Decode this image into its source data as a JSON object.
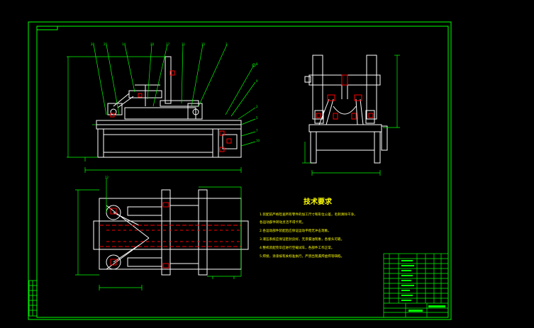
{
  "drawing": {
    "colors": {
      "background": "#000000",
      "border": "#00ff00",
      "part": "#ffffff",
      "dimension": "#00ff00",
      "accent": "#ff0000",
      "note_text": "#ffff00"
    },
    "front_view_balloons": [
      "20",
      "25",
      "14",
      "20",
      "17",
      "11",
      "15",
      "3"
    ],
    "side_view_balloons": [
      "9",
      "2",
      "5",
      "7",
      "10",
      "8"
    ],
    "plan_view_balloons": [
      "12"
    ],
    "notes": {
      "title": "技术要求",
      "lines": [
        "1.装配前严格检查所有零件的加工尺寸和形位公差，毛刺清除干净，",
        "   各运动部件转动灵活不得卡死。",
        "2.各运动部件装配后应保证运动平稳无冲击现象。",
        "3.液压系统应保证密封良好，无渗漏油现象，各接头可靠。",
        "4.整机装配完毕应进行空载试车，各部件工作正常。",
        "5.焊接，涂漆按有关标准执行，严禁出现漏焊虚焊等缺陷。"
      ]
    }
  }
}
